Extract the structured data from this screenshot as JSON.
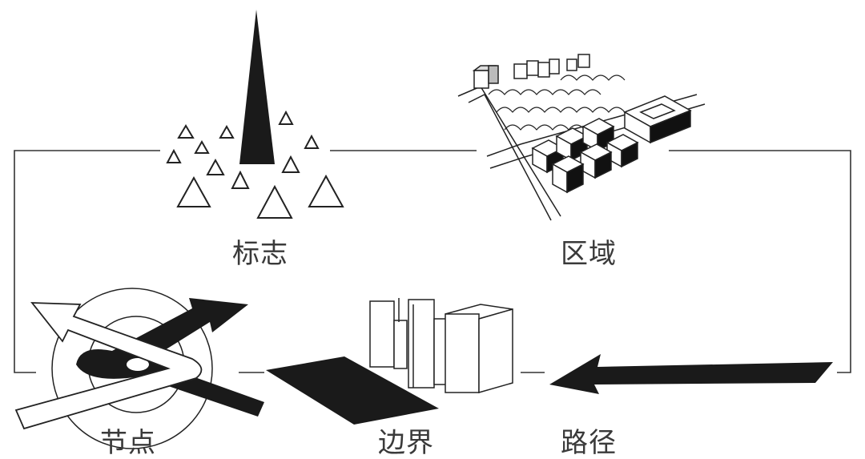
{
  "labels": {
    "landmark": "标志",
    "district": "区域",
    "node": "节点",
    "edge": "边界",
    "path": "路径"
  }
}
